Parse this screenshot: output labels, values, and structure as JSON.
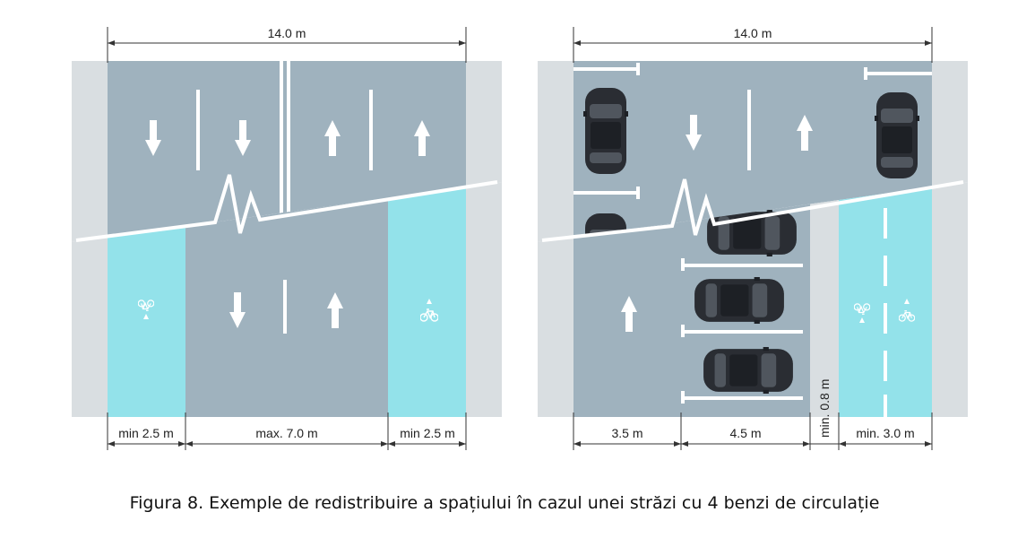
{
  "colors": {
    "road": "#9fb2be",
    "sidewalk": "#d9dee1",
    "bike_lane": "#93e2ea",
    "marking": "#ffffff",
    "car": "#2a2d33",
    "dimension_line": "#333333"
  },
  "left_panel": {
    "top_total_width": "14.0 m",
    "bottom_dims": {
      "bike_left": "min 2.5 m",
      "carriageway": "max. 7.0 m",
      "bike_right": "min 2.5 m"
    },
    "icons": [
      "arrow-down-icon",
      "arrow-up-icon",
      "bicycle-icon"
    ]
  },
  "right_panel": {
    "top_total_width": "14.0 m",
    "bottom_dims": {
      "lane": "3.5 m",
      "parking": "4.5 m",
      "buffer": "min. 0.8 m",
      "bike": "min. 3.0 m"
    },
    "icons": [
      "car-icon",
      "arrow-down-icon",
      "arrow-up-icon",
      "bicycle-icon"
    ]
  },
  "caption": "Figura 8. Exemple de redistribuire a spațiului în cazul unei străzi cu 4 benzi de circulație"
}
